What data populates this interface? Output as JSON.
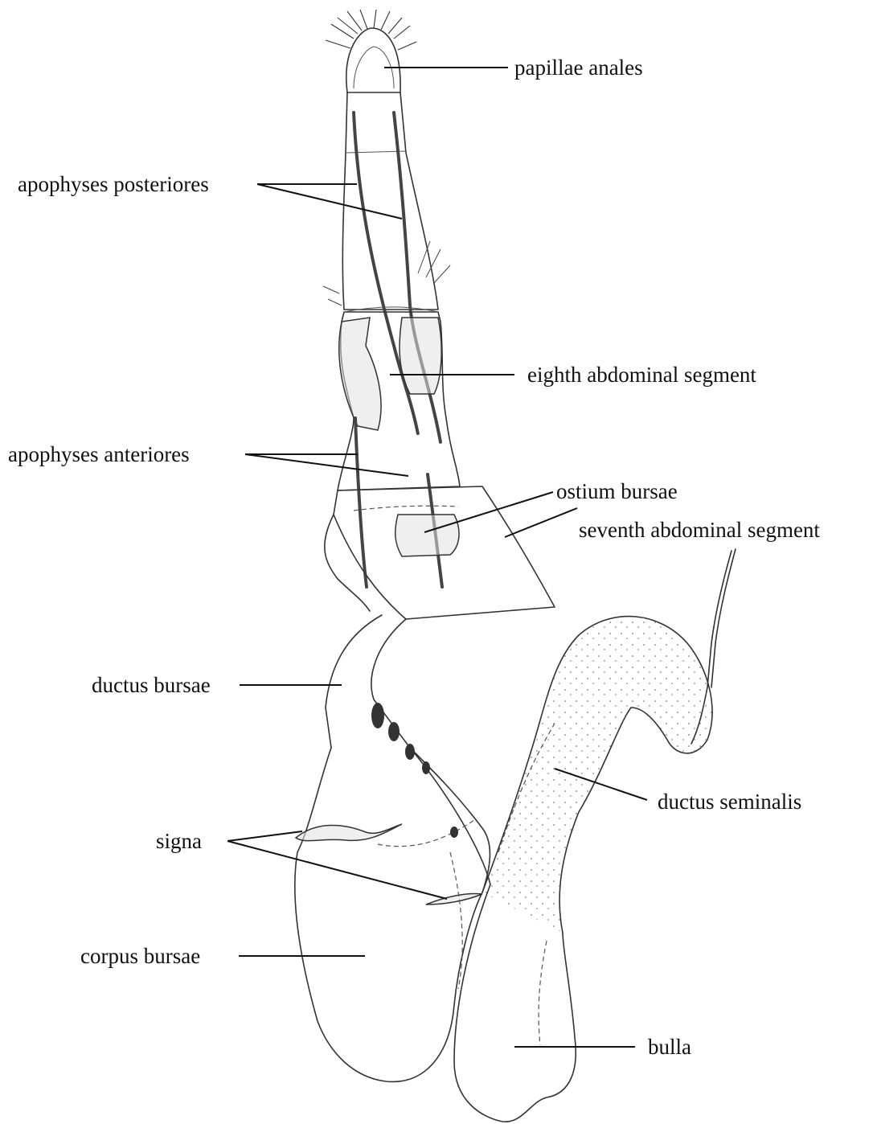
{
  "figure": {
    "labels": {
      "papillae_anales": "papillae anales",
      "apophyses_posteriores": "apophyses posteriores",
      "eighth_abdominal_segment": "eighth abdominal segment",
      "apophyses_anteriores": "apophyses anteriores",
      "ostium_bursae": "ostium bursae",
      "seventh_abdominal_segment": "seventh abdominal segment",
      "ductus_bursae": "ductus bursae",
      "ductus_seminalis": "ductus seminalis",
      "signa": "signa",
      "corpus_bursae": "corpus bursae",
      "bulla": "bulla"
    }
  }
}
